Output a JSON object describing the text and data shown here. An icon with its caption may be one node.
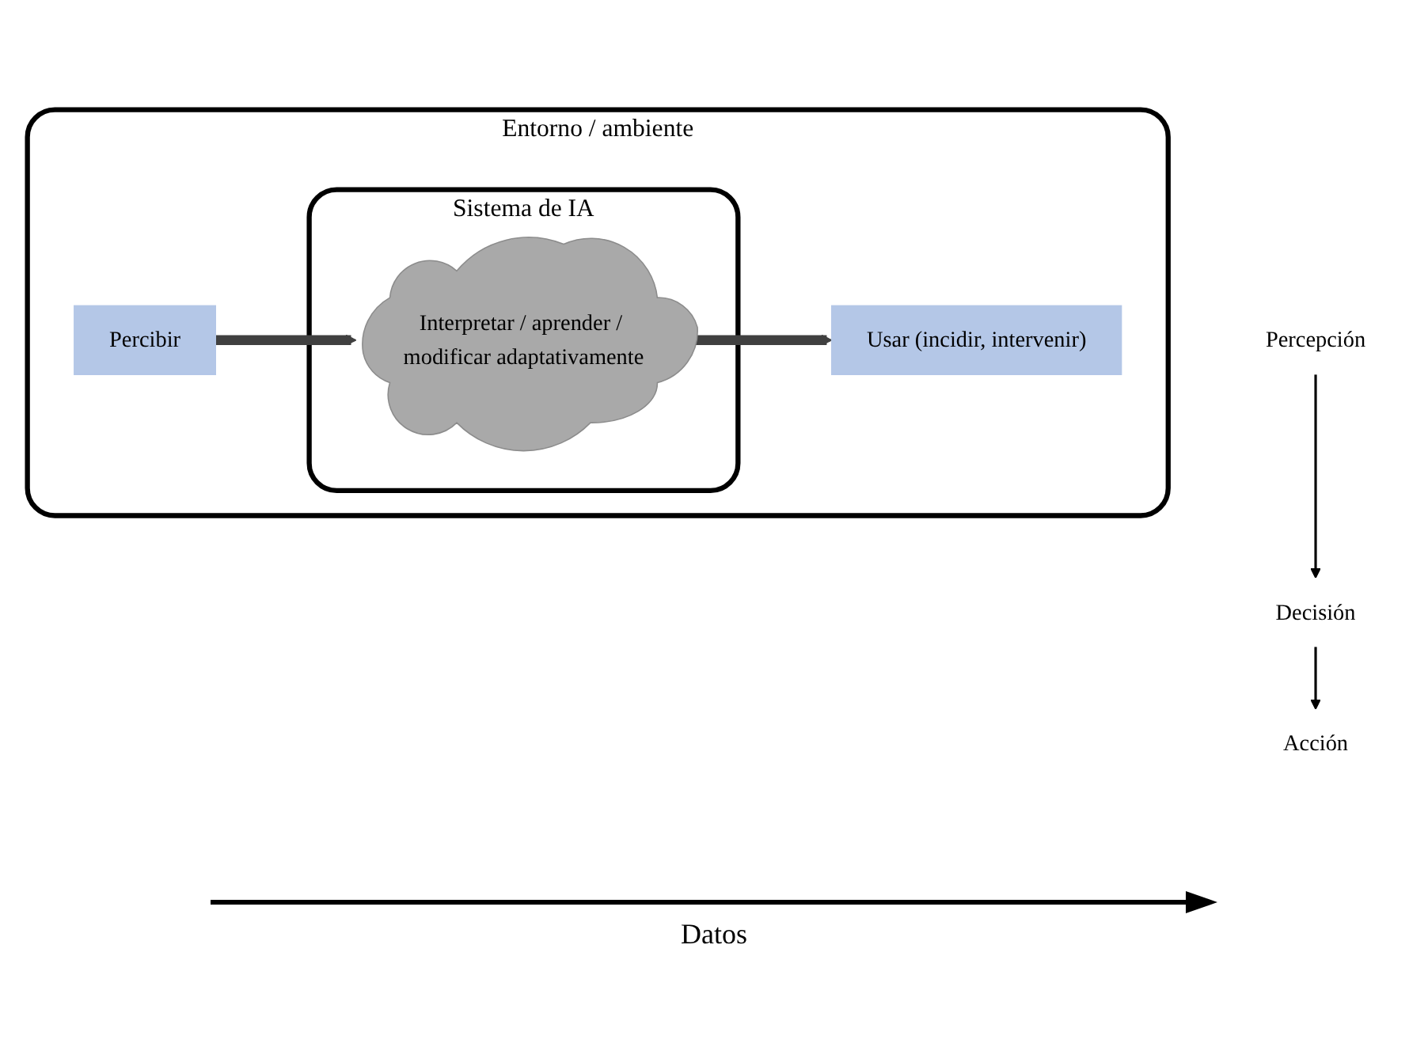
{
  "diagram": {
    "nodes": [
      {
        "text": [
          "Entorno / ambiente"
        ]
      },
      {
        "text": [
          "Sistema de IA"
        ],
        "in": 0
      },
      {
        "text": [
          "Interpretar / aprender / modificar adaptativamente"
        ],
        "in": 1
      },
      {
        "text": [
          "Percibir"
        ],
        "in": 0
      },
      {
        "text": [
          "Usar (incidir, intervenir)"
        ],
        "in": 0
      },
      {
        "text": [
          "Percepción"
        ]
      },
      {
        "text": [
          "Decisión"
        ]
      },
      {
        "text": [
          "Acción"
        ]
      }
    ],
    "edges": [
      {
        "from": 3,
        "to": 2,
        "arrow": "to",
        "style": "thick",
        "color": "#404040"
      },
      {
        "from": 2,
        "to": 4,
        "arrow": "to",
        "style": "thick",
        "color": "#404040"
      },
      {
        "from": 5,
        "to": 6,
        "arrow": "to"
      },
      {
        "from": 6,
        "to": 7,
        "arrow": "to"
      }
    ],
    "labels": [
      "Datos"
    ]
  }
}
